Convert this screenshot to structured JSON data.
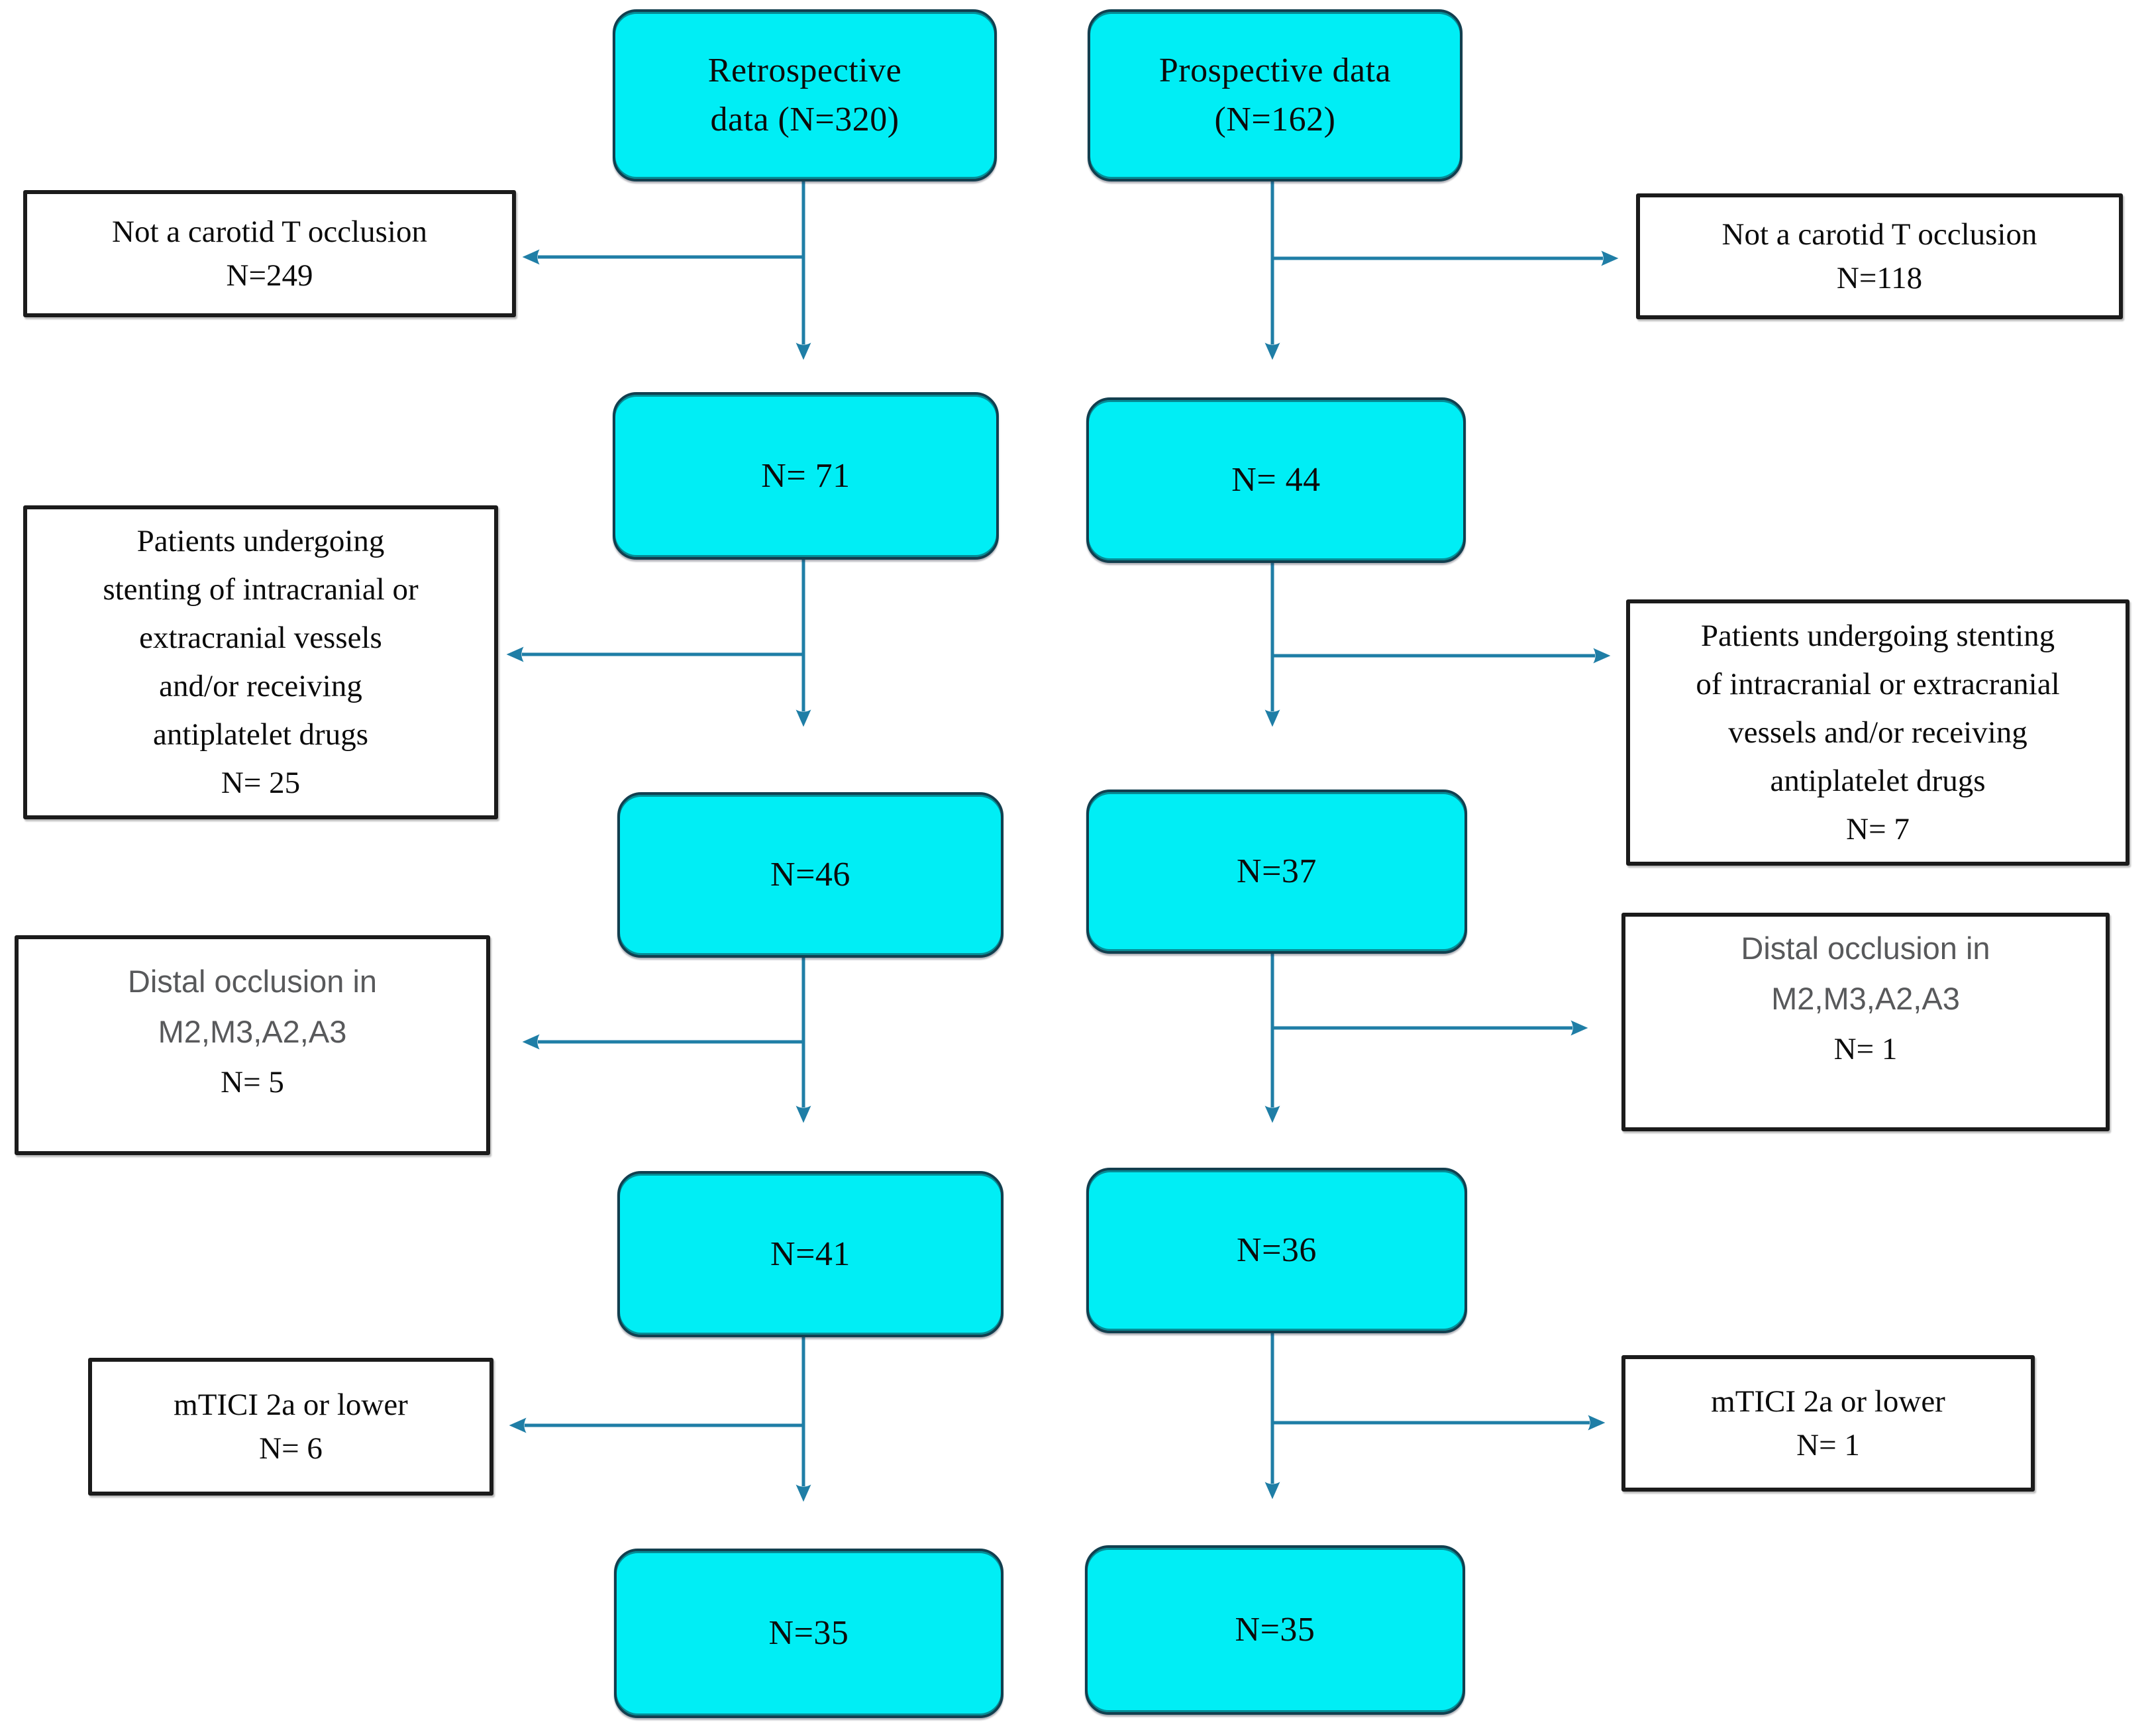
{
  "figure_type": "patient-flow-diagram",
  "colors": {
    "node_fill": "#00eef5",
    "node_border": "#123f4f",
    "edge": "#1f7ea6",
    "excl_border": "#1b1b1b",
    "excl_alt_text": "#58595b",
    "text": "#0b0b0b"
  },
  "flow": {
    "left": {
      "nodes": [
        {
          "lines": [
            "Retrospective",
            "data (N=320)"
          ]
        },
        {
          "lines": [
            "N= 71"
          ]
        },
        {
          "lines": [
            "N=46"
          ]
        },
        {
          "lines": [
            "N=41"
          ]
        },
        {
          "lines": [
            "N=35"
          ]
        }
      ],
      "exclusions": [
        {
          "lines": [
            "Not a carotid T occlusion",
            "N=249"
          ]
        },
        {
          "lines": [
            "Patients undergoing",
            "stenting of intracranial or",
            "extracranial vessels",
            "and/or receiving",
            "antiplatelet drugs",
            "N= 25"
          ]
        },
        {
          "lines": [
            "Distal occlusion in",
            "M2,M3,A2,A3",
            "N= 5"
          ]
        },
        {
          "lines": [
            "mTICI 2a or lower",
            "N= 6"
          ]
        }
      ]
    },
    "right": {
      "nodes": [
        {
          "lines": [
            "Prospective data",
            "(N=162)"
          ]
        },
        {
          "lines": [
            "N= 44"
          ]
        },
        {
          "lines": [
            "N=37"
          ]
        },
        {
          "lines": [
            "N=36"
          ]
        },
        {
          "lines": [
            "N=35"
          ]
        }
      ],
      "exclusions": [
        {
          "lines": [
            "Not a carotid T occlusion",
            "N=118"
          ]
        },
        {
          "lines": [
            "Patients undergoing stenting",
            "of intracranial or extracranial",
            "vessels and/or receiving",
            "antiplatelet drugs",
            "N= 7"
          ]
        },
        {
          "lines": [
            "Distal occlusion in",
            "M2,M3,A2,A3",
            "N= 1"
          ]
        },
        {
          "lines": [
            "mTICI 2a or lower",
            "N= 1"
          ]
        }
      ]
    }
  }
}
